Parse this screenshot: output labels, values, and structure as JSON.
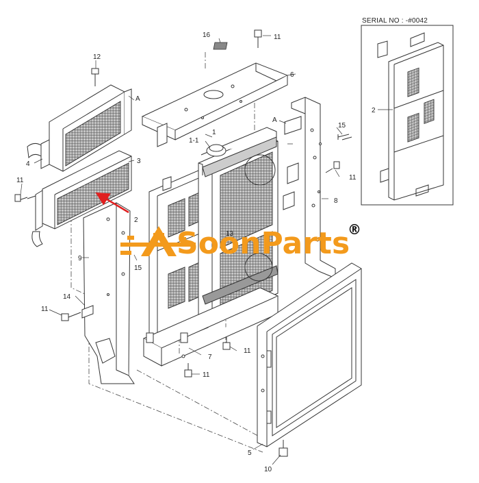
{
  "serial_box": {
    "title": "SERIAL NO : -#0042",
    "part_label": "2"
  },
  "watermark": {
    "brand": "SoonParts",
    "registered": "®",
    "logo": "soonparts-logo"
  },
  "callouts": [
    {
      "id": "c16",
      "text": "16"
    },
    {
      "id": "c11-top",
      "text": "11"
    },
    {
      "id": "c12",
      "text": "12"
    },
    {
      "id": "c6",
      "text": "6"
    },
    {
      "id": "cA-left",
      "text": "A"
    },
    {
      "id": "c1",
      "text": "1"
    },
    {
      "id": "c1-1",
      "text": "1-1"
    },
    {
      "id": "cA-right",
      "text": "A"
    },
    {
      "id": "c15-right",
      "text": "15"
    },
    {
      "id": "c4",
      "text": "4"
    },
    {
      "id": "c3",
      "text": "3"
    },
    {
      "id": "c11-left",
      "text": "11"
    },
    {
      "id": "c11-right",
      "text": "11"
    },
    {
      "id": "c8",
      "text": "8"
    },
    {
      "id": "c2",
      "text": "2"
    },
    {
      "id": "c13",
      "text": "13"
    },
    {
      "id": "c9",
      "text": "9"
    },
    {
      "id": "c15-mid",
      "text": "15"
    },
    {
      "id": "c14",
      "text": "14"
    },
    {
      "id": "c11-lower-left",
      "text": "11"
    },
    {
      "id": "c7",
      "text": "7"
    },
    {
      "id": "c11-mid",
      "text": "11"
    },
    {
      "id": "c11-bottom",
      "text": "11"
    },
    {
      "id": "c5",
      "text": "5"
    },
    {
      "id": "c10",
      "text": "10"
    }
  ]
}
